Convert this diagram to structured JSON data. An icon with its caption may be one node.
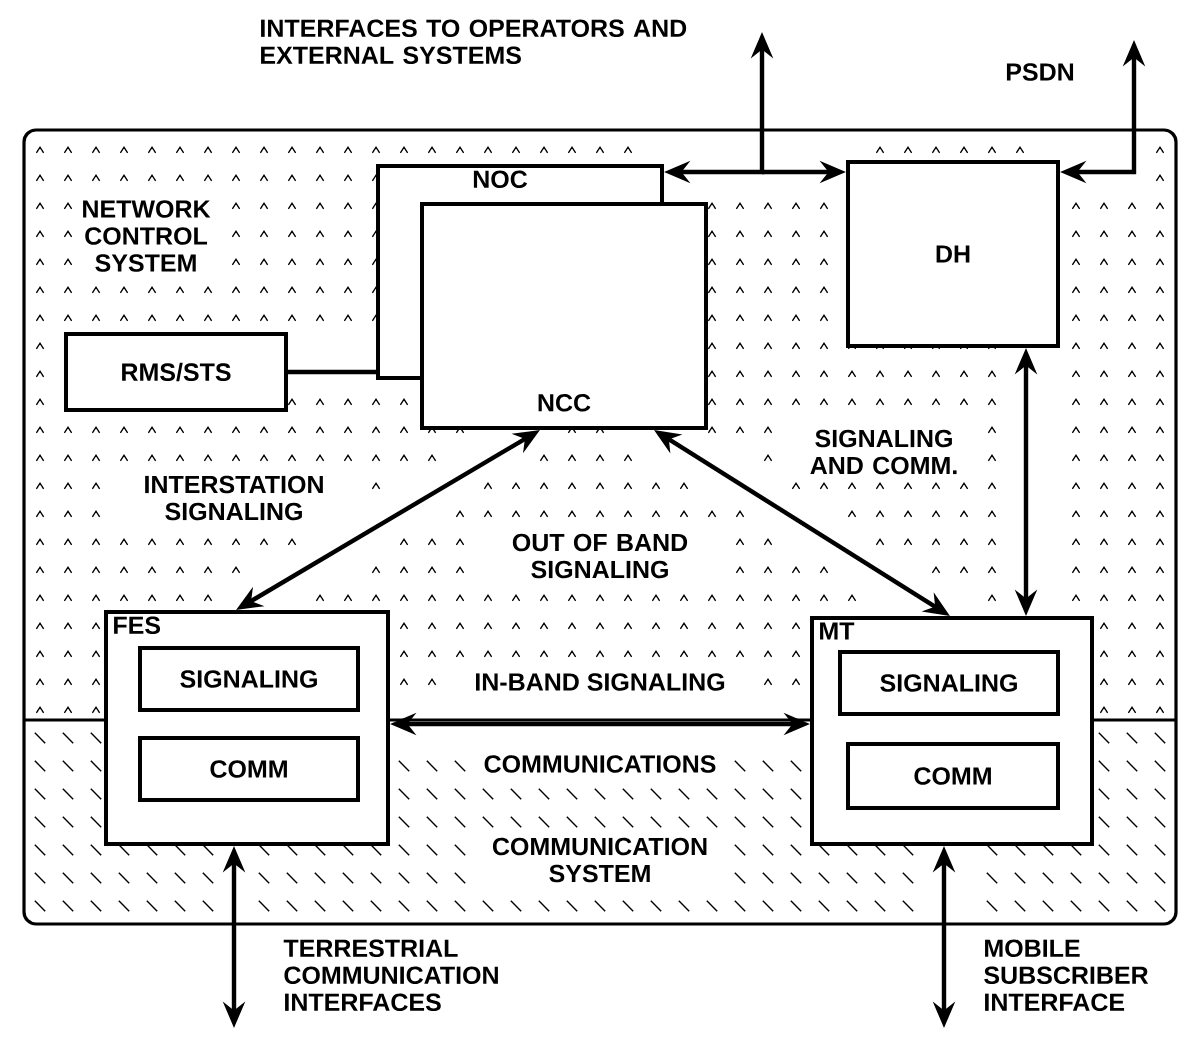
{
  "diagram": {
    "nodes": [
      {
        "text": [
          "NETWORK CONTROL SYSTEM"
        ]
      },
      {
        "text": [
          "COMMUNICATION SYSTEM"
        ]
      },
      {
        "text": [
          "NOC"
        ],
        "in": 0
      },
      {
        "text": [
          "NCC"
        ],
        "in": 0
      },
      {
        "text": [
          "RMS/STS"
        ],
        "in": 0
      },
      {
        "text": [
          "DH"
        ],
        "in": 0
      },
      {
        "text": [
          "FES"
        ]
      },
      {
        "text": [
          "SIGNALING"
        ]
      },
      {
        "text": [
          "COMM"
        ]
      },
      {
        "text": [
          "MT"
        ]
      },
      {
        "text": [
          "SIGNALING"
        ]
      },
      {
        "text": [
          "COMM"
        ]
      }
    ],
    "edges": [
      {
        "from": 2,
        "to": 4,
        "arrow": "none"
      },
      {
        "from": null,
        "to": 5,
        "arrow": "to"
      },
      {
        "from": 2,
        "to": null,
        "arrow": "both",
        "label": "INTERFACES TO OPERATORS AND EXTERNAL SYSTEMS"
      },
      {
        "from": 5,
        "to": null,
        "arrow": "both",
        "label": "PSDN"
      },
      {
        "from": 3,
        "to": 6,
        "arrow": "both",
        "label": "INTERSTATION SIGNALING"
      },
      {
        "from": 3,
        "to": 9,
        "arrow": "both",
        "label": "OUT OF BAND SIGNALING"
      },
      {
        "from": 5,
        "to": 9,
        "arrow": "both",
        "label": "SIGNALING AND COMM."
      },
      {
        "from": 6,
        "to": 9,
        "arrow": "both",
        "label": "IN-BAND SIGNALING"
      },
      {
        "from": 6,
        "to": null,
        "arrow": "both",
        "label": "TERRESTRIAL COMMUNICATION INTERFACES"
      },
      {
        "from": 9,
        "to": null,
        "arrow": "both",
        "label": "MOBILE SUBSCRIBER INTERFACE"
      }
    ],
    "labels": [
      "COMMUNICATIONS"
    ]
  }
}
